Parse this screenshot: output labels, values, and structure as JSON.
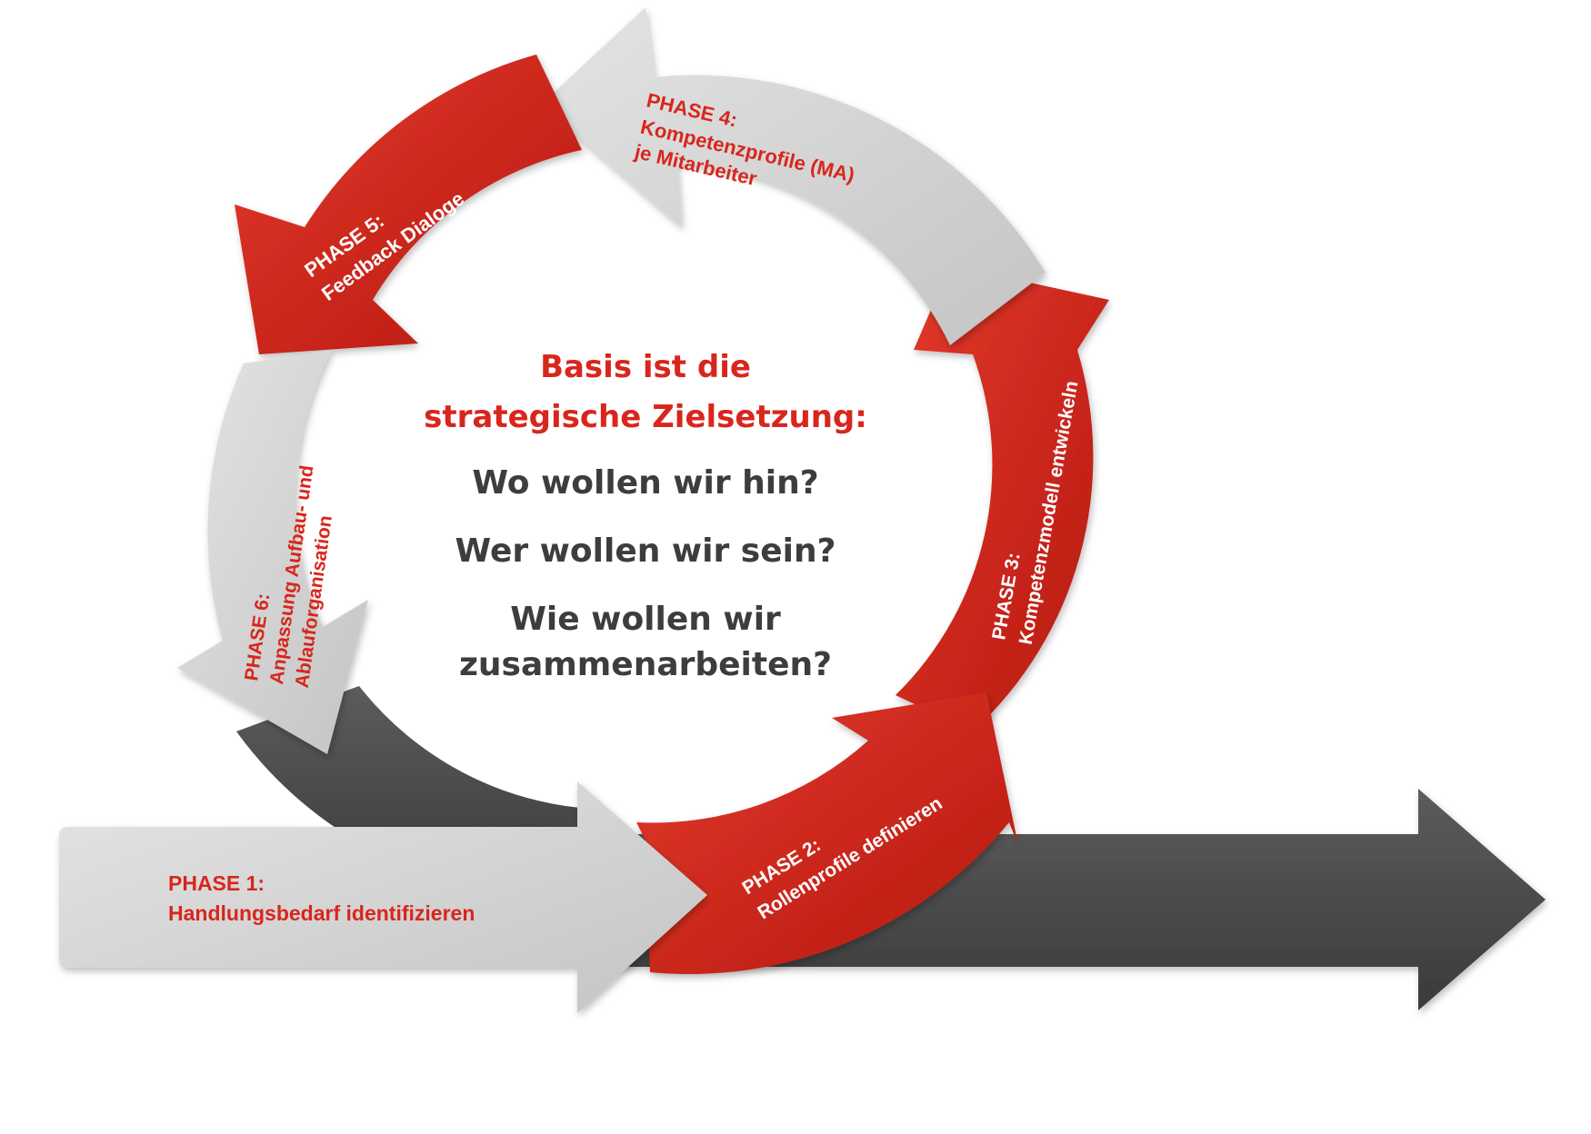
{
  "colors": {
    "red": "#d8261c",
    "red_dark": "#a9150f",
    "grey_light": "#d8d8d8",
    "grey_dark": "#4a4a4a",
    "text_dark": "#3d3d3d"
  },
  "center": {
    "title_line1": "Basis ist die",
    "title_line2": "strategische Zielsetzung:",
    "question1": "Wo wollen wir hin?",
    "question2": "Wer wollen wir sein?",
    "question3_line1": "Wie wollen wir",
    "question3_line2": "zusammenarbeiten?"
  },
  "phases": {
    "p1": {
      "label": "PHASE 1:",
      "text": "Handlungsbedarf identifizieren"
    },
    "p2": {
      "label": "PHASE 2:",
      "text": "Rollenprofile definieren"
    },
    "p3": {
      "label": "PHASE 3:",
      "text": "Kompetenzmodell entwickeln"
    },
    "p4": {
      "label": "PHASE 4:",
      "text1": "Kompetenzprofile (MA)",
      "text2": "je Mitarbeiter"
    },
    "p5": {
      "label": "PHASE 5:",
      "text": "Feedback Dialoge"
    },
    "p6": {
      "label": "PHASE 6:",
      "text1": "Anpassung Aufbau- und",
      "text2": "Ablauforganisation"
    }
  }
}
